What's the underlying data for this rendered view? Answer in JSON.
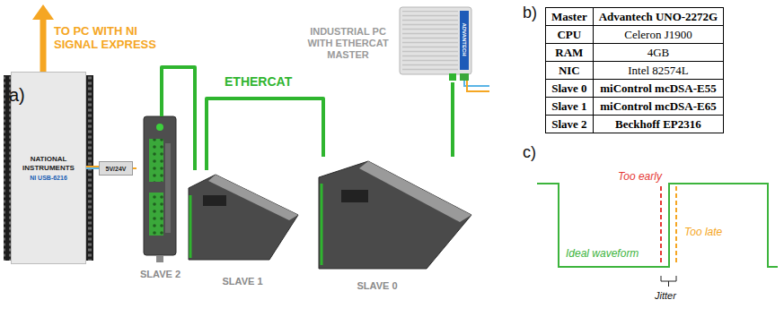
{
  "diagram": {
    "nodes": [
      {
        "text": [
          "NATIONAL INSTRUMENTS",
          "NI USB-6216"
        ]
      },
      {
        "text": [
          "5V/24V"
        ]
      },
      {
        "text": [
          "SLAVE 2"
        ]
      },
      {
        "text": [
          "SLAVE 1"
        ]
      },
      {
        "text": [
          "SLAVE 0"
        ]
      },
      {
        "text": [
          "INDUSTRIAL PC WITH ETHERCAT MASTER"
        ]
      }
    ],
    "edges": [
      {
        "from": 0,
        "to": 1,
        "arrow": "none"
      },
      {
        "from": 1,
        "to": 2,
        "arrow": "none"
      },
      {
        "from": 2,
        "to": 3,
        "arrow": "none"
      },
      {
        "from": 3,
        "to": 4,
        "arrow": "none"
      },
      {
        "from": 4,
        "to": 5,
        "arrow": "none"
      }
    ],
    "labels": [
      "a)",
      "TO PC WITH NI SIGNAL EXPRESS",
      "ETHERCAT",
      "ADVANTECH",
      "b)",
      "Master",
      "Advantech UNO-2272G",
      "CPU",
      "Celeron J1900",
      "RAM",
      "4GB",
      "NIC",
      "Intel 82574L",
      "Slave 0",
      "miControl mcDSA-E55",
      "Slave 1",
      "miControl mcDSA-E65",
      "Slave 2",
      "Beckhoff EP2316",
      "c)",
      "Too early",
      "Ideal waveform",
      "Too late",
      "Jitter"
    ]
  }
}
